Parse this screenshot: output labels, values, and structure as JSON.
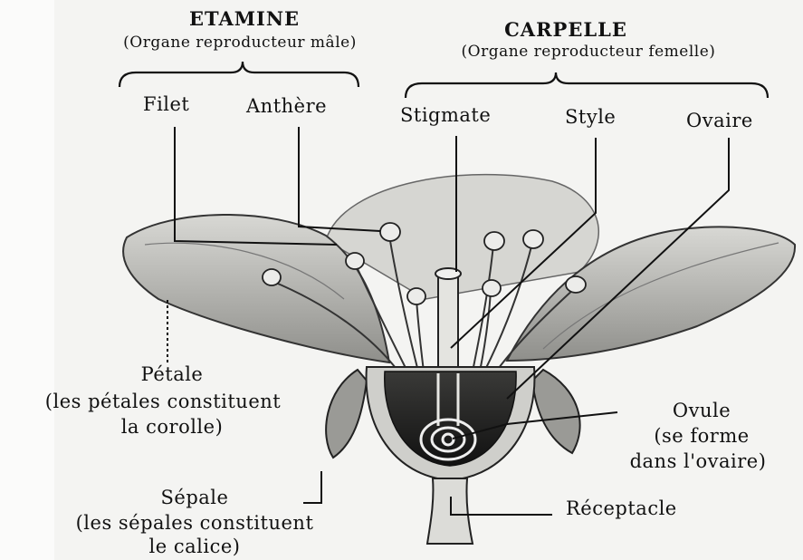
{
  "stamen": {
    "title": "ETAMINE",
    "subtitle": "(Organe reproducteur mâle)",
    "parts": [
      "Filet",
      "Anthère"
    ]
  },
  "carpel": {
    "title": "CARPELLE",
    "subtitle": "(Organe reproducteur femelle)",
    "parts": [
      "Stigmate",
      "Style",
      "Ovaire"
    ]
  },
  "petal": {
    "name": "Pétale",
    "note_line1": "(les pétales constituent",
    "note_line2": "la corolle)"
  },
  "ovule": {
    "name": "Ovule",
    "note_line1": "(se forme",
    "note_line2": "dans l'ovaire)"
  },
  "sepal": {
    "name": "Sépale",
    "note_line1": "(les sépales constituent",
    "note_line2": "le calice)"
  },
  "receptacle": {
    "name": "Réceptacle"
  }
}
